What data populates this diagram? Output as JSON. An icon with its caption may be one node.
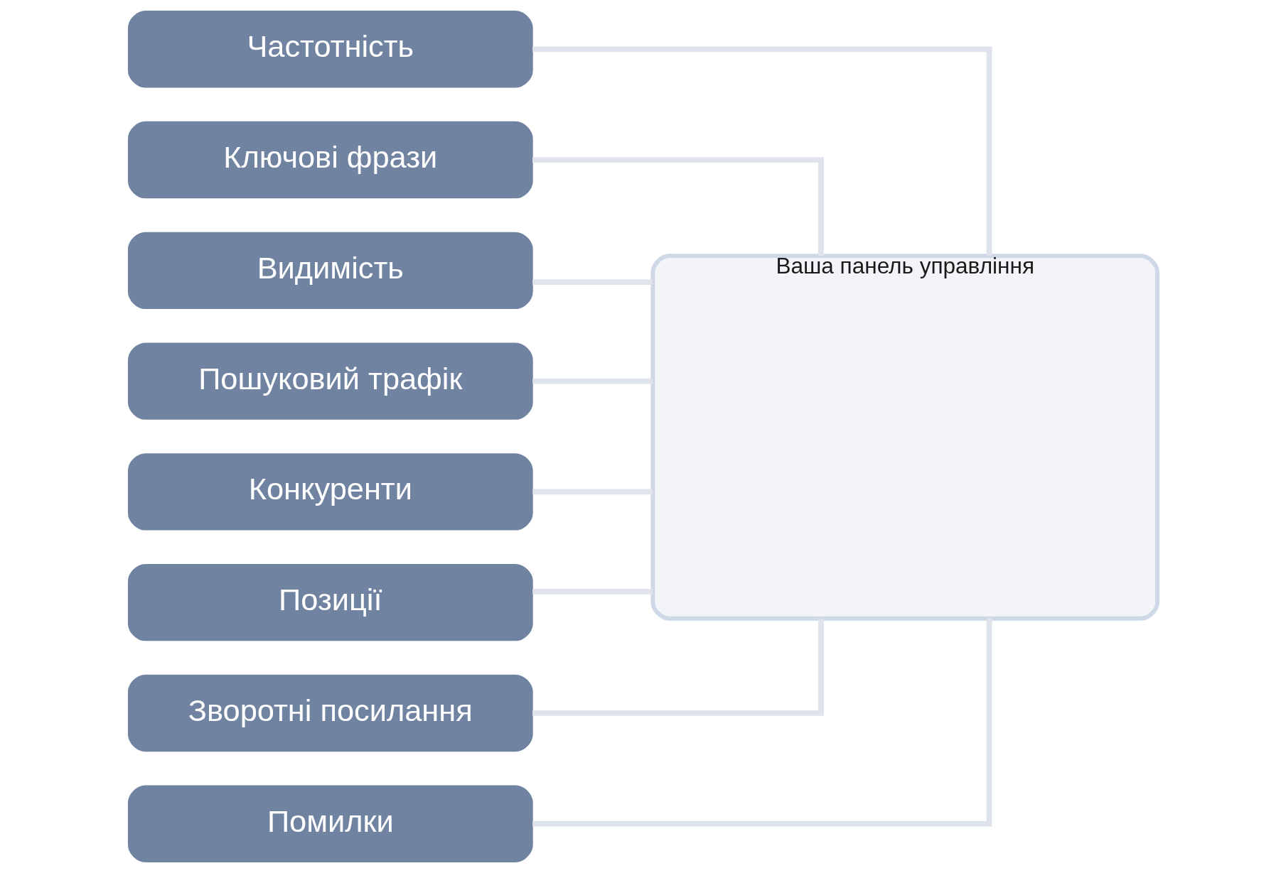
{
  "diagram": {
    "nodes": [
      {
        "text": [
          "Частотність"
        ]
      },
      {
        "text": [
          "Ключові фрази"
        ]
      },
      {
        "text": [
          "Видимість"
        ]
      },
      {
        "text": [
          "Пошуковий трафік"
        ]
      },
      {
        "text": [
          "Конкуренти"
        ]
      },
      {
        "text": [
          "Позиції"
        ]
      },
      {
        "text": [
          "Зворотні посилання"
        ]
      },
      {
        "text": [
          "Помилки"
        ]
      },
      {
        "text": [
          "Ваша панель управління"
        ]
      }
    ],
    "edges": [
      {
        "from": 0,
        "to": 8,
        "arrow": "none"
      },
      {
        "from": 1,
        "to": 8,
        "arrow": "none"
      },
      {
        "from": 2,
        "to": 8,
        "arrow": "none"
      },
      {
        "from": 3,
        "to": 8,
        "arrow": "none"
      },
      {
        "from": 4,
        "to": 8,
        "arrow": "none"
      },
      {
        "from": 5,
        "to": 8,
        "arrow": "none"
      },
      {
        "from": 6,
        "to": 8,
        "arrow": "none"
      },
      {
        "from": 7,
        "to": 8,
        "arrow": "none"
      }
    ]
  }
}
